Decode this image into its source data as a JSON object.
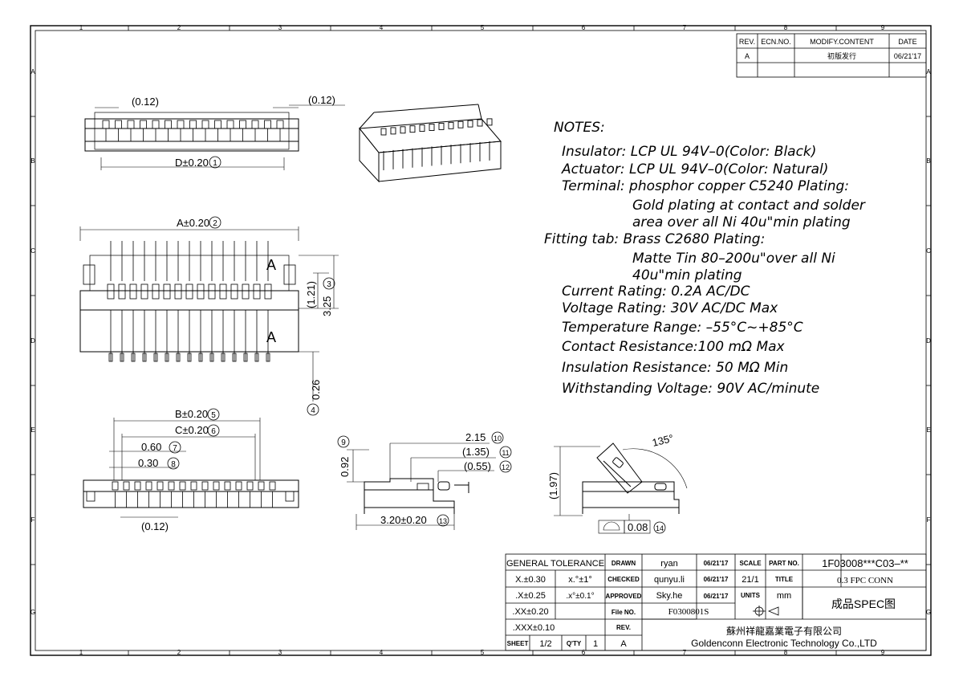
{
  "border": {
    "top_numbers": [
      "1",
      "2",
      "3",
      "4",
      "5",
      "6",
      "7",
      "8",
      "9"
    ],
    "bottom_numbers": [
      "1",
      "2",
      "3",
      "4",
      "5",
      "6",
      "7",
      "8",
      "9"
    ],
    "side_letters": [
      "A",
      "B",
      "C",
      "D",
      "E",
      "F",
      "G"
    ]
  },
  "revision_table": {
    "headers": [
      "REV.",
      "ECN.NO.",
      "MODIFY.CONTENT",
      "DATE"
    ],
    "rows": [
      {
        "rev": "A",
        "ecn": "",
        "content": "初版发行",
        "date": "06/21'17"
      }
    ]
  },
  "dimensions": {
    "d1_left": "(0.12)",
    "d1_right": "(0.12)",
    "d1_D": "D±0.20",
    "d1_D_num": "1",
    "d2_A": "A±0.20",
    "d2_A_num": "2",
    "d2_121": "(1.21)",
    "d2_325": "3.25",
    "d2_325_num": "3",
    "d2_026": "0.26",
    "d2_026_num": "4",
    "d3_B": "B±0.20",
    "d3_B_num": "5",
    "d3_C": "C±0.20",
    "d3_C_num": "6",
    "d3_060": "0.60",
    "d3_060_num": "7",
    "d3_030": "0.30",
    "d3_030_num": "8",
    "d3_012": "(0.12)",
    "d4_092": "0.92",
    "d4_092_num": "9",
    "d4_215": "2.15",
    "d4_215_num": "10",
    "d4_135": "(1.35)",
    "d4_135_num": "11",
    "d4_055": "(0.55)",
    "d4_055_num": "12",
    "d4_320": "3.20±0.20",
    "d4_320_num": "13",
    "d5_197": "(1.97)",
    "d5_135": "135°",
    "d5_008": "0.08",
    "d5_008_num": "14",
    "mark_A": "A"
  },
  "notes": {
    "heading": "NOTES:",
    "lines": [
      "Insulator:  LCP  UL  94V–0(Color:  Black)",
      "Actuator:  LCP  UL  94V–0(Color:  Natural)",
      "Terminal:  phosphor  copper  C5240  Plating:",
      "Gold  plating  at  contact  and  solder",
      "area  over  all  Ni  40u\"min  plating",
      "Fitting  tab:  Brass  C2680  Plating:",
      "Matte  Tin  80–200u\"over  all  Ni",
      "40u\"min  plating",
      "Current  Rating:       0.2A      AC/DC",
      "Voltage  Rating:       30V      AC/DC          Max",
      "Temperature  Range:  –55°C~+85°C",
      "Contact  Resistance:100  mΩ      Max",
      "Insulation  Resistance:   50  MΩ   Min",
      "Withstanding  Voltage:   90V   AC/minute"
    ]
  },
  "title_block": {
    "general_tolerance": "GENERAL  TOLERANCE",
    "tol_x": "X.±0.30",
    "tol_ang1": "x.°±1°",
    "tol_xx": ".X±0.25",
    "tol_ang2": ".x°±0.1°",
    "tol_xxx": ".XX±0.20",
    "tol_xxxx": ".XXX±0.10",
    "sheet_label": "SHEET",
    "sheet_value": "1/2",
    "qty_label": "Q'TY",
    "qty_value": "1",
    "drawn_label": "DRAWN",
    "drawn_name": "ryan",
    "drawn_date": "06/21'17",
    "checked_label": "CHECKED",
    "checked_name": "qunyu.li",
    "checked_date": "06/21'17",
    "approved_label": "APPROVED",
    "approved_name": "Sky.he",
    "approved_date": "06/21'17",
    "file_label": "File NO.",
    "file_value": "F0300801S",
    "rev_label": "REV.",
    "rev_value": "A",
    "scale_label": "SCALE",
    "scale_value": "21/1",
    "units_label": "UNITS",
    "units_value": "mm",
    "part_label": "PART NO.",
    "part_value": "1F03008***C03–**",
    "title_label": "TITLE",
    "title_value": "0.3 FPC CONN",
    "title_cn": "成品SPEC图",
    "company_cn": "蘇州祥龍嘉業電子有限公司",
    "company_en": "Goldenconn  Electronic  Technology  Co.,LTD"
  }
}
